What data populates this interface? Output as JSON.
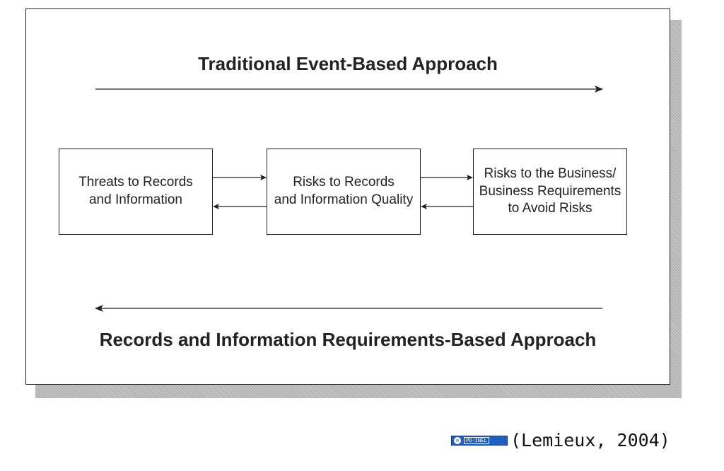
{
  "diagram": {
    "title_top": "Traditional Event-Based Approach",
    "title_bottom": "Records and Information Requirements-Based Approach",
    "nodes": [
      {
        "id": "threats",
        "label": "Threats to Records\nand Information"
      },
      {
        "id": "risks-records",
        "label": "Risks to Records\nand Information Quality"
      },
      {
        "id": "risks-business",
        "label": "Risks to the Business/\nBusiness Requirements\nto Avoid Risks"
      }
    ],
    "edges": [
      {
        "from": "threats",
        "to": "risks-records",
        "direction": "forward"
      },
      {
        "from": "risks-records",
        "to": "threats",
        "direction": "backward"
      },
      {
        "from": "risks-records",
        "to": "risks-business",
        "direction": "forward"
      },
      {
        "from": "risks-business",
        "to": "risks-records",
        "direction": "backward"
      }
    ],
    "flow_top": "left-to-right",
    "flow_bottom": "right-to-left"
  },
  "citation": {
    "badge_label": "PD-INEL",
    "text": "(Lemieux, 2004)"
  },
  "colors": {
    "stroke": "#222222",
    "shadow": "#b8b8b8",
    "badge": "#1f5fbf"
  }
}
